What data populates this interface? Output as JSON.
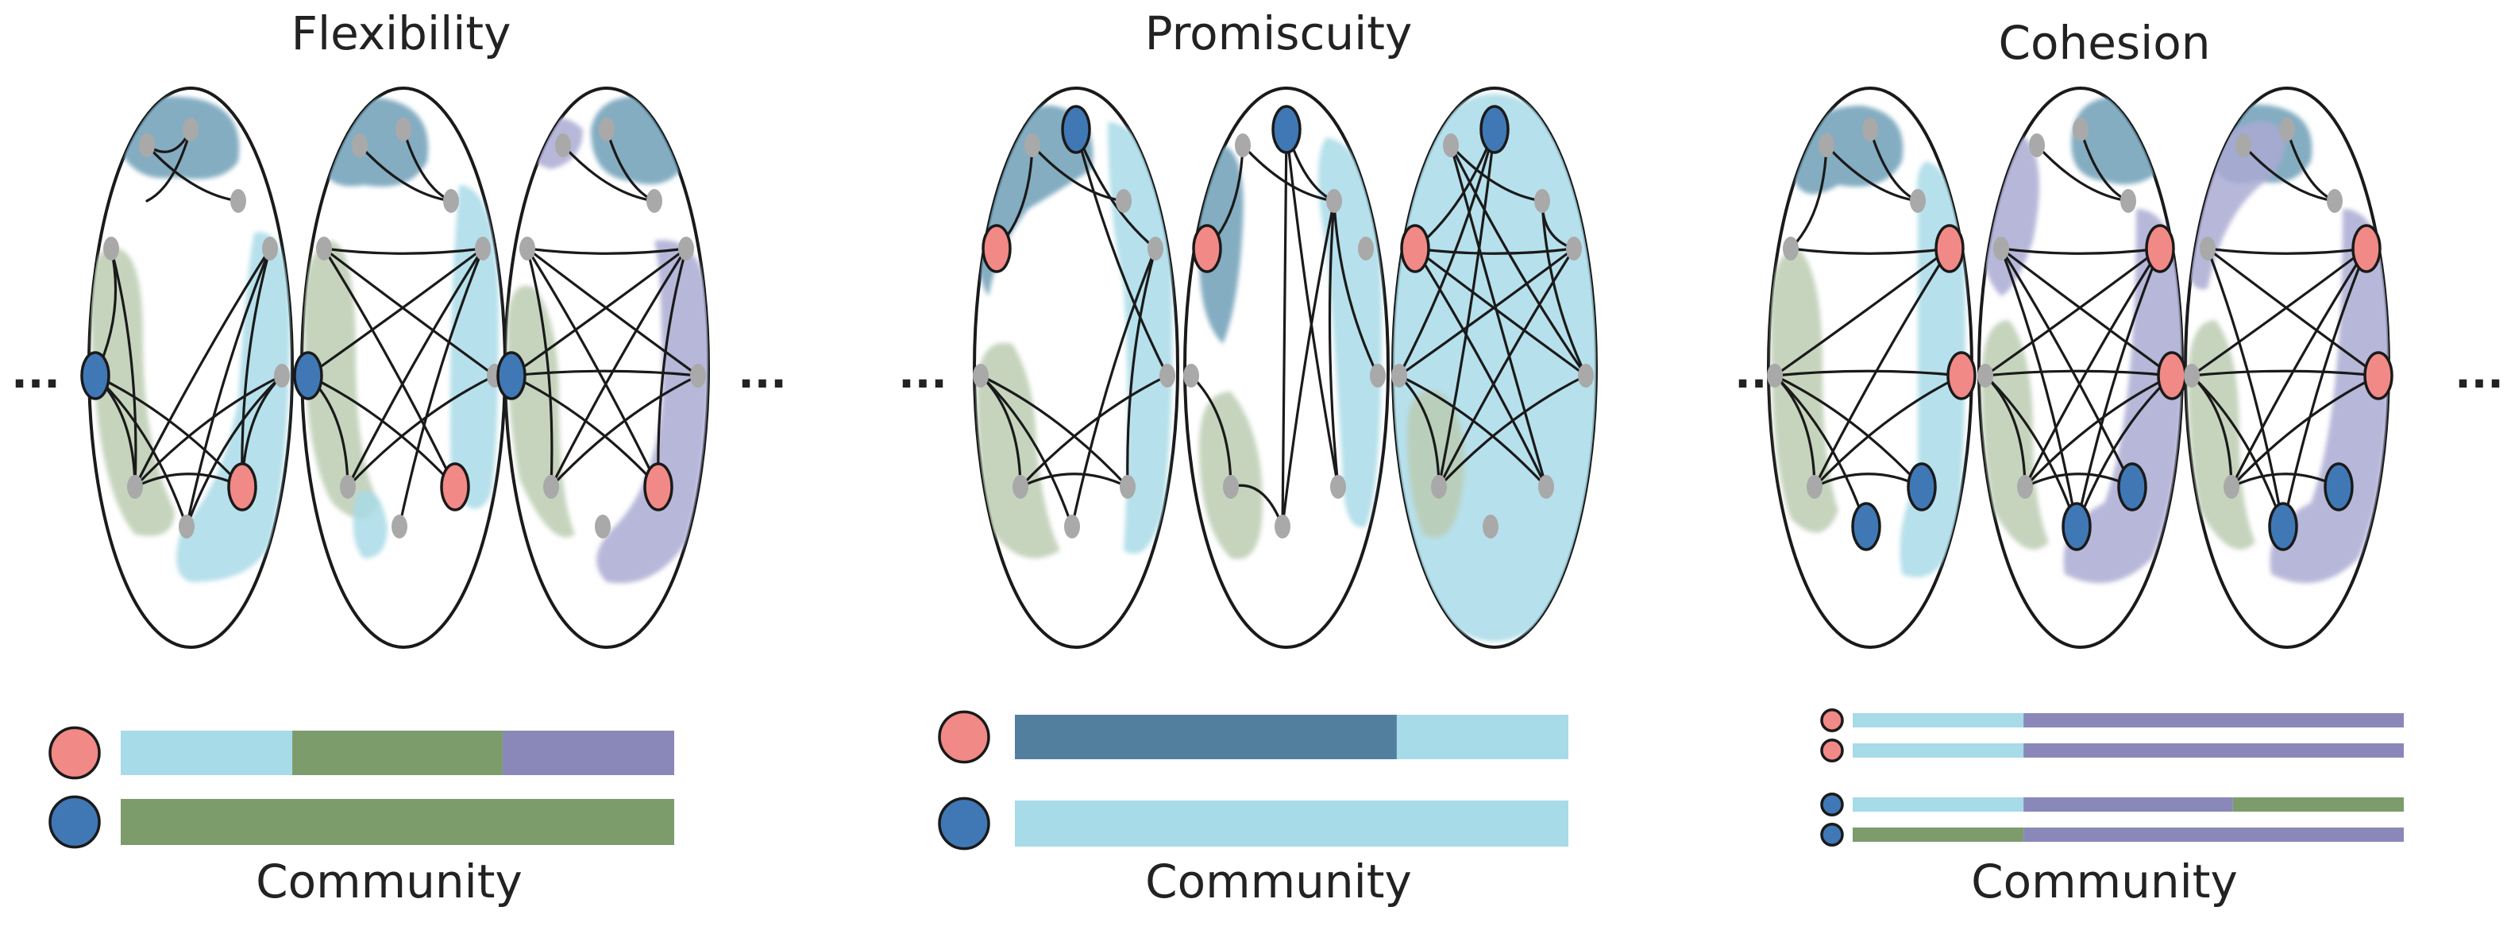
{
  "colors": {
    "teal_community": "#6e9fb7",
    "lightblue_community": "#a9dbe8",
    "green_community": "#bccdb3",
    "purple_community": "#aaaad4",
    "bar_lightblue": "#a6dbe7",
    "bar_green": "#7c9c6b",
    "bar_purple": "#8a87b9",
    "bar_teal": "#527f9e",
    "node_red": "#f18a86",
    "node_blue": "#3f78b5",
    "node_gray": "#a9a9a9"
  },
  "ellipsis": "...",
  "panels": [
    {
      "id": "flexibility",
      "title": "Flexibility",
      "footer": "Community",
      "bars": [
        {
          "node": "red",
          "segments": [
            {
              "color": "lightblue",
              "frac": 0.31
            },
            {
              "color": "green",
              "frac": 0.38
            },
            {
              "color": "purple",
              "frac": 0.31
            }
          ]
        },
        {
          "node": "blue",
          "segments": [
            {
              "color": "green",
              "frac": 1.0
            }
          ]
        }
      ]
    },
    {
      "id": "promiscuity",
      "title": "Promiscuity",
      "footer": "Community",
      "bars": [
        {
          "node": "red",
          "segments": [
            {
              "color": "teal",
              "frac": 0.69
            },
            {
              "color": "lightblue",
              "frac": 0.31
            }
          ]
        },
        {
          "node": "blue",
          "segments": [
            {
              "color": "lightblue",
              "frac": 1.0
            }
          ]
        }
      ]
    },
    {
      "id": "cohesion",
      "title": "Cohesion",
      "footer": "Community",
      "bars": [
        {
          "node": "red",
          "segments": [
            {
              "color": "lightblue",
              "frac": 0.31
            },
            {
              "color": "purple",
              "frac": 0.69
            }
          ]
        },
        {
          "node": "red",
          "segments": [
            {
              "color": "lightblue",
              "frac": 0.31
            },
            {
              "color": "purple",
              "frac": 0.69
            }
          ]
        },
        {
          "node": "blue",
          "segments": [
            {
              "color": "lightblue",
              "frac": 0.31
            },
            {
              "color": "purple",
              "frac": 0.38
            },
            {
              "color": "green",
              "frac": 0.31
            }
          ]
        },
        {
          "node": "blue",
          "segments": [
            {
              "color": "green",
              "frac": 0.31
            },
            {
              "color": "purple",
              "frac": 0.69
            }
          ]
        }
      ]
    }
  ]
}
